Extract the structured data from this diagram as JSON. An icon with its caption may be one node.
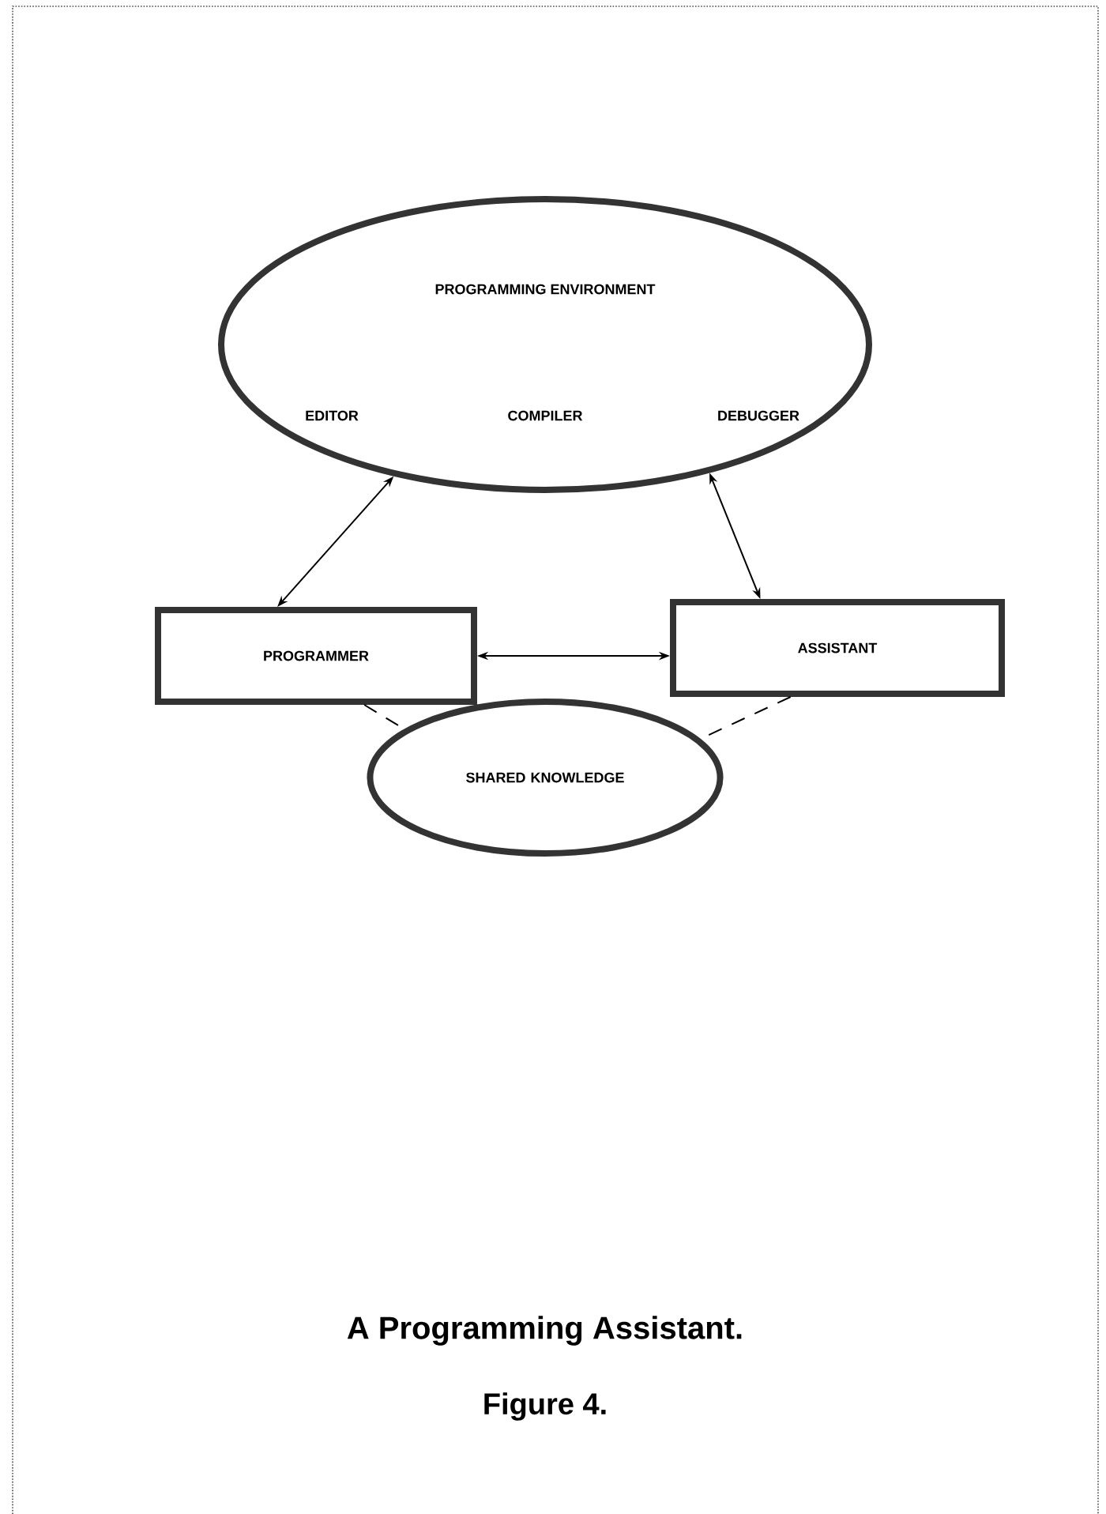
{
  "diagram": {
    "caption": "A Programming Assistant.",
    "nodes": [
      {
        "text": [
          "PROGRAMMING ENVIRONMENT",
          "EDITOR",
          "COMPILER",
          "DEBUGGER"
        ]
      },
      {
        "text": [
          "PROGRAMMER"
        ]
      },
      {
        "text": [
          "ASSISTANT"
        ]
      },
      {
        "text": [
          "SHARED KNOWLEDGE"
        ]
      }
    ],
    "edges": [
      {
        "from": 1,
        "to": 0,
        "arrow": "both"
      },
      {
        "from": 2,
        "to": 0,
        "arrow": "both"
      },
      {
        "from": 1,
        "to": 2,
        "arrow": "both"
      },
      {
        "from": 1,
        "to": 3,
        "arrow": "none",
        "style": "dashed"
      },
      {
        "from": 2,
        "to": 3,
        "arrow": "none",
        "style": "dashed"
      }
    ],
    "labels": [
      "Figure 4."
    ]
  }
}
